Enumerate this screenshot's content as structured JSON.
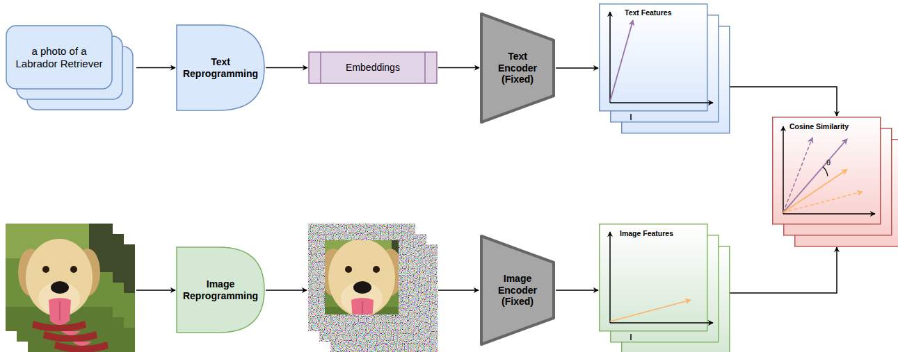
{
  "diagram": {
    "nodes": [
      {
        "text": [
          "a photo of a Labrador Retriever"
        ]
      },
      {
        "text": [
          "Text Reprogramming"
        ]
      },
      {
        "text": [
          "Embeddings"
        ]
      },
      {
        "text": [
          "Text Encoder (Fixed)"
        ]
      },
      {
        "text": [
          "Text Features"
        ]
      },
      {
        "text": [
          "Cosine Similarity"
        ]
      },
      {
        "text": [
          "Image Reprogramming"
        ]
      },
      {
        "text": [
          "Image Encoder (Fixed)"
        ]
      },
      {
        "text": [
          "Image Features"
        ]
      }
    ],
    "edges": [
      {
        "from": 0,
        "to": 1,
        "arrow": "to"
      },
      {
        "from": 1,
        "to": 2,
        "arrow": "to"
      },
      {
        "from": 2,
        "to": 3,
        "arrow": "to"
      },
      {
        "from": 3,
        "to": 4,
        "arrow": "to"
      },
      {
        "from": 4,
        "to": 5,
        "arrow": "to"
      },
      {
        "from": 7,
        "to": 8,
        "arrow": "to"
      },
      {
        "from": 8,
        "to": 5,
        "arrow": "to"
      }
    ],
    "labels": [
      "θ"
    ]
  }
}
